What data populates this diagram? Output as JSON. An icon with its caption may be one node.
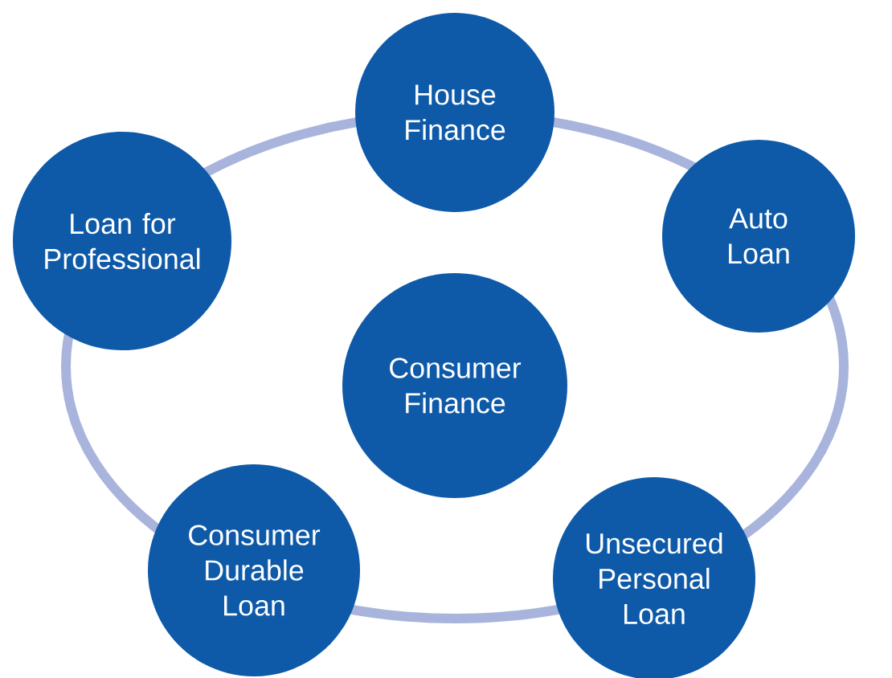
{
  "diagram": {
    "nodes": [
      {
        "text": [
          "House Finance"
        ]
      },
      {
        "text": [
          "Loan for Professional"
        ]
      },
      {
        "text": [
          "Auto Loan"
        ]
      },
      {
        "text": [
          "Consumer Finance"
        ]
      },
      {
        "text": [
          "Consumer Durable Loan"
        ]
      },
      {
        "text": [
          "Unsecured Personal Loan"
        ]
      }
    ]
  }
}
